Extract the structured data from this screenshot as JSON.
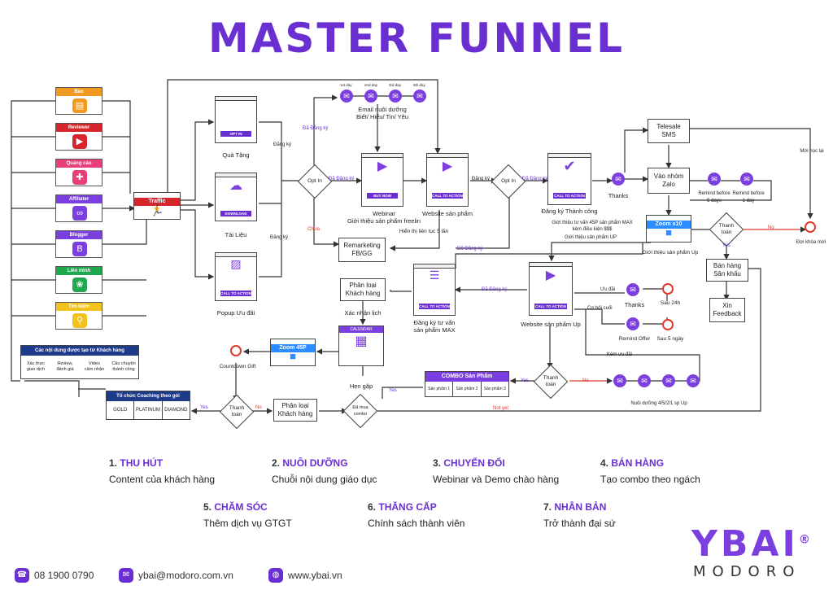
{
  "title": "MASTER FUNNEL",
  "sources": [
    {
      "label": "Báo",
      "color": "#f29a1f",
      "icon": "document-icon",
      "glyph": "▤"
    },
    {
      "label": "Reviewer",
      "color": "#d6252b",
      "icon": "video-icon",
      "glyph": "▶"
    },
    {
      "label": "Quảng cáo",
      "color": "#e83e7c",
      "icon": "megaphone-icon",
      "glyph": "✚"
    },
    {
      "label": "Affiliater",
      "color": "#7b3fe0",
      "icon": "link-icon",
      "glyph": "∞"
    },
    {
      "label": "Blogger",
      "color": "#7b3fe0",
      "icon": "blogger-icon",
      "glyph": "B"
    },
    {
      "label": "Liên minh",
      "color": "#1fa84d",
      "icon": "group-icon",
      "glyph": "❀"
    },
    {
      "label": "Tìm kiếm",
      "color": "#f2c21f",
      "icon": "search-icon",
      "glyph": "⚲"
    }
  ],
  "traffic": "Traffic",
  "lead_magnets": {
    "gift": {
      "label": "Quà Tặng",
      "btn": "OPT IN"
    },
    "doc": {
      "label": "Tài Liệu",
      "btn": "DOWNLOAD"
    },
    "popup": {
      "label": "Popup Ưu đãi",
      "btn": "CALL TO ACTION"
    }
  },
  "labels": {
    "dang_ky": "Đăng ký",
    "da_dang_ky": "Đã Đăng ký",
    "chua": "Chưa",
    "opt_in": "Opt In",
    "email_days": [
      "1st day",
      "2nd day",
      "3rd day",
      "5th day"
    ],
    "email_nurture": "Email nuôi dưỡng\nBiết/ Hiểu/ Tin/ Yêu",
    "webinar": "Webinar\nGiới thiệu sản phẩm freelin",
    "webinar_btn": "BUY NOW",
    "website_sp": "Website sản phẩm",
    "cta": "CALL TO ACTION",
    "show5": "Hiển thị liên tục 5 lần",
    "remarketing": "Remarketing\nFB/GG",
    "dk_thanh_cong": "Đăng ký Thành công",
    "thanks": "Thanks",
    "telesale": "Telesale\nSMS",
    "vao_nhom": "Vào nhóm\nZalo",
    "remind5": "Remind before\n5 days",
    "remind1": "Remind before\n1 day",
    "moi_hoc_lai": "Mời học lại",
    "zoom10": "Zoom x10",
    "gioi_thieu_up": "Giới thiệu sản phẩm Up",
    "thanh_toan": "Thanh\ntoán",
    "no": "No",
    "yes": "Yes",
    "doi_khoa": "Đợi khóa mới",
    "ban_hang": "Bán hàng\nSân khấu",
    "xin_feedback": "Xin\nFeedback",
    "tu_van_45p": "Giới thiệu tư vấn 45P sản phẩm MAX\nkèm điều kiện $$$",
    "gioi_thieu_up2": "Giới thiệu sản phẩm UP",
    "phan_loai": "Phân loại\nKhách hàng",
    "xac_nhan": "Xác nhận lịch",
    "calendar": "CALENDAR",
    "hen_gap": "Hẹn gặp",
    "dk_tu_van": "Đăng ký tư vấn\nsản phẩm MAX",
    "website_up": "Website sản phẩm Up",
    "uu_dai": "Ưu đãi",
    "co_hoi_cuoi": "Cơ hội cuối",
    "sau24": "Sau 24h",
    "sau5": "Sau 5 ngày",
    "remind_offer": "Remind Offer",
    "kem_uu_dai": "Kèm ưu đãi",
    "nuoi_duong_up": "Nuôi dưỡng 4/5/2/1 sp Up",
    "zoom45": "Zoom 45P",
    "countdown": "Countdown Gift",
    "combo": "COMBO Sản Phẩm",
    "combo_items": [
      "Sản phẩm 1",
      "Sản phẩm 2",
      "Sản phẩm 3"
    ],
    "da_mua": "Đã mua\ncombo",
    "not_yet": "Not yet",
    "coaching": "Tổ chức Coaching theo gói",
    "coaching_items": [
      "GOLD",
      "PLATINUM",
      "DIAMOND"
    ],
    "content_title": "Các nội dung được tạo từ Khách hàng",
    "content_items": [
      "Xác thực\ngiao dịch",
      "Review,\nđánh giá",
      "Video\ncảm nhận",
      "Câu chuyện\nthành công"
    ]
  },
  "steps": [
    {
      "num": "1.",
      "title": "THU HÚT",
      "sub": "Content của khách hàng"
    },
    {
      "num": "2.",
      "title": "NUÔI DƯỠNG",
      "sub": "Chuỗi nội dung giáo dục"
    },
    {
      "num": "3.",
      "title": "CHUYỂN ĐỔI",
      "sub": "Webinar và Demo chào hàng"
    },
    {
      "num": "4.",
      "title": "BÁN HÀNG",
      "sub": "Tạo combo theo ngách"
    },
    {
      "num": "5.",
      "title": "CHĂM SÓC",
      "sub": "Thêm dịch vụ GTGT"
    },
    {
      "num": "6.",
      "title": "THĂNG CẤP",
      "sub": "Chính sách thành viên"
    },
    {
      "num": "7.",
      "title": "NHÂN BẢN",
      "sub": "Trở thành đại sứ"
    }
  ],
  "contact": {
    "phone": "08 1900 0790",
    "email": "ybai@modoro.com.vn",
    "web": "www.ybai.vn"
  },
  "colors": {
    "accent": "#6a2fd1",
    "zoom": "#2d8cff",
    "red": "#e0392c"
  }
}
